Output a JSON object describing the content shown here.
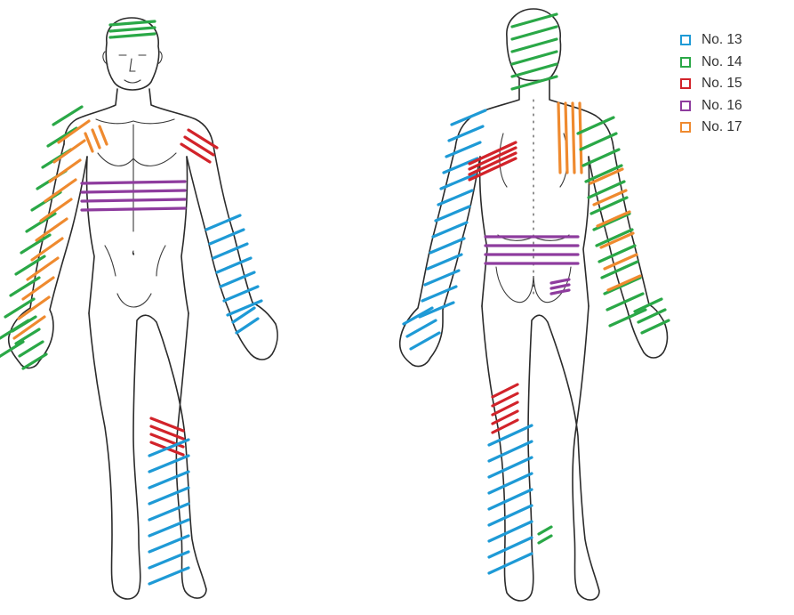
{
  "colors": {
    "blue": "#1e9ad6",
    "green": "#2aa847",
    "red": "#d2232a",
    "purple": "#8e3c9e",
    "orange": "#ef8a2f",
    "outline": "#2b2b2b"
  },
  "views": [
    {
      "name": "front view"
    },
    {
      "name": "back view"
    }
  ],
  "legend": {
    "items": [
      {
        "label": "No. 13",
        "color": "#1e9ad6",
        "icon": "square-outline-icon"
      },
      {
        "label": "No. 14",
        "color": "#2aa847",
        "icon": "square-outline-icon"
      },
      {
        "label": "No. 15",
        "color": "#d2232a",
        "icon": "square-outline-icon"
      },
      {
        "label": "No. 16",
        "color": "#8e3c9e",
        "icon": "square-outline-icon"
      },
      {
        "label": "No. 17",
        "color": "#ef8a2f",
        "icon": "square-outline-icon"
      }
    ]
  }
}
